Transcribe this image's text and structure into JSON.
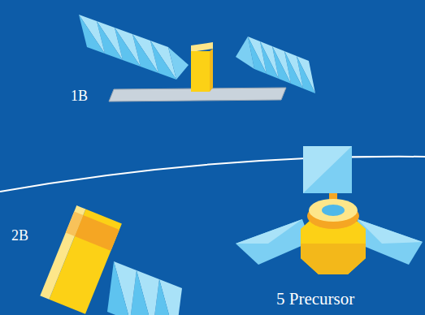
{
  "diagram": {
    "labels": [
      "1B",
      "2B",
      "5 Precursor"
    ]
  }
}
